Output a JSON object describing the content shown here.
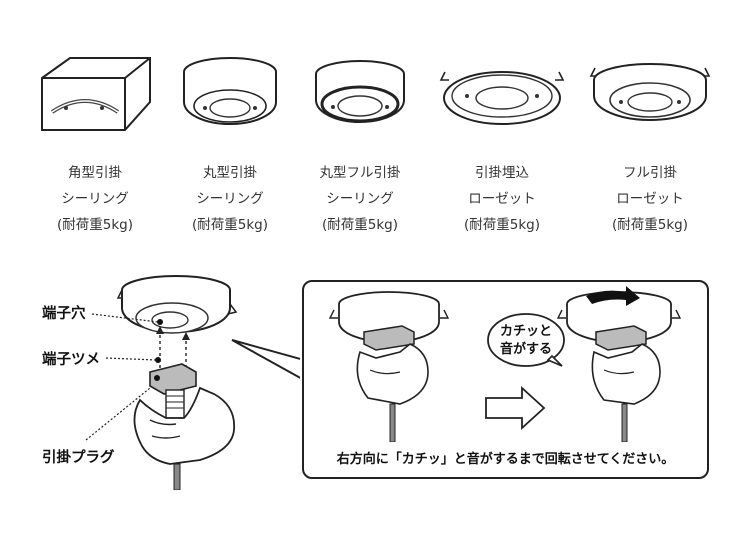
{
  "products": [
    {
      "id": "square",
      "icon": "square-ceiling-icon",
      "lines": [
        "角型引掛",
        "シーリング",
        "(耐荷重5kg)"
      ]
    },
    {
      "id": "round",
      "icon": "round-ceiling-icon",
      "lines": [
        "丸型引掛",
        "シーリング",
        "(耐荷重5kg)"
      ]
    },
    {
      "id": "round-full",
      "icon": "round-full-ceiling-icon",
      "lines": [
        "丸型フル引掛",
        "シーリング",
        "(耐荷重5kg)"
      ]
    },
    {
      "id": "embedded",
      "icon": "embedded-rosette-icon",
      "lines": [
        "引掛埋込",
        "ローゼット",
        "(耐荷重5kg)"
      ]
    },
    {
      "id": "full-rosette",
      "icon": "full-rosette-icon",
      "lines": [
        "フル引掛",
        "ローゼット",
        "(耐荷重5kg)"
      ]
    }
  ],
  "callouts": {
    "terminal_hole": "端子穴",
    "terminal_claw": "端子ツメ",
    "plug": "引掛プラグ"
  },
  "panel": {
    "bubble_line1": "カチッと",
    "bubble_line2": "音がする",
    "instruction": "右方向に「カチッ」と音がするまで回転させてください。"
  }
}
